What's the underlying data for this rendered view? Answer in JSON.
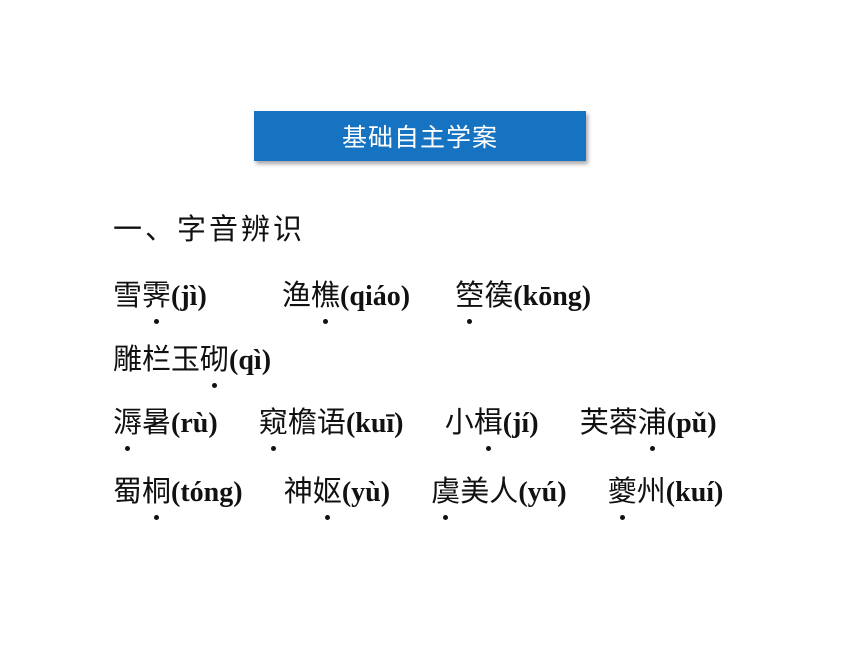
{
  "banner": {
    "title": "基础自主学案"
  },
  "section": {
    "heading": "一、字音辨识"
  },
  "rows": [
    [
      {
        "pre": "雪",
        "dot": "霁",
        "post": "",
        "pinyin": "(jì)"
      },
      {
        "pre": "渔",
        "dot": "樵",
        "post": "",
        "pinyin": "(qiáo)"
      },
      {
        "pre": "",
        "dot": "箜",
        "post": "篌",
        "pinyin": "(kōng)"
      }
    ],
    [
      {
        "pre": "雕栏玉",
        "dot": "砌",
        "post": "",
        "pinyin": "(qì)"
      }
    ],
    [
      {
        "pre": "",
        "dot": "溽",
        "post": "暑",
        "pinyin": "(rù)"
      },
      {
        "pre": "",
        "dot": "窥",
        "post": "檐语",
        "pinyin": "(kuī)"
      },
      {
        "pre": "小",
        "dot": "楫",
        "post": "",
        "pinyin": "(jí)"
      },
      {
        "pre": "芙蓉",
        "dot": "浦",
        "post": "",
        "pinyin": "(pǔ)"
      }
    ],
    [
      {
        "pre": "蜀",
        "dot": "桐",
        "post": "",
        "pinyin": "(tóng)"
      },
      {
        "pre": "神",
        "dot": "妪",
        "post": "",
        "pinyin": "(yù)"
      },
      {
        "pre": "",
        "dot": "虞",
        "post": "美人",
        "pinyin": "(yú)"
      },
      {
        "pre": "",
        "dot": "夔",
        "post": "州",
        "pinyin": "(kuí)"
      }
    ]
  ],
  "colors": {
    "banner_bg": "#1673c1",
    "banner_text": "#ffffff",
    "text": "#111111"
  }
}
